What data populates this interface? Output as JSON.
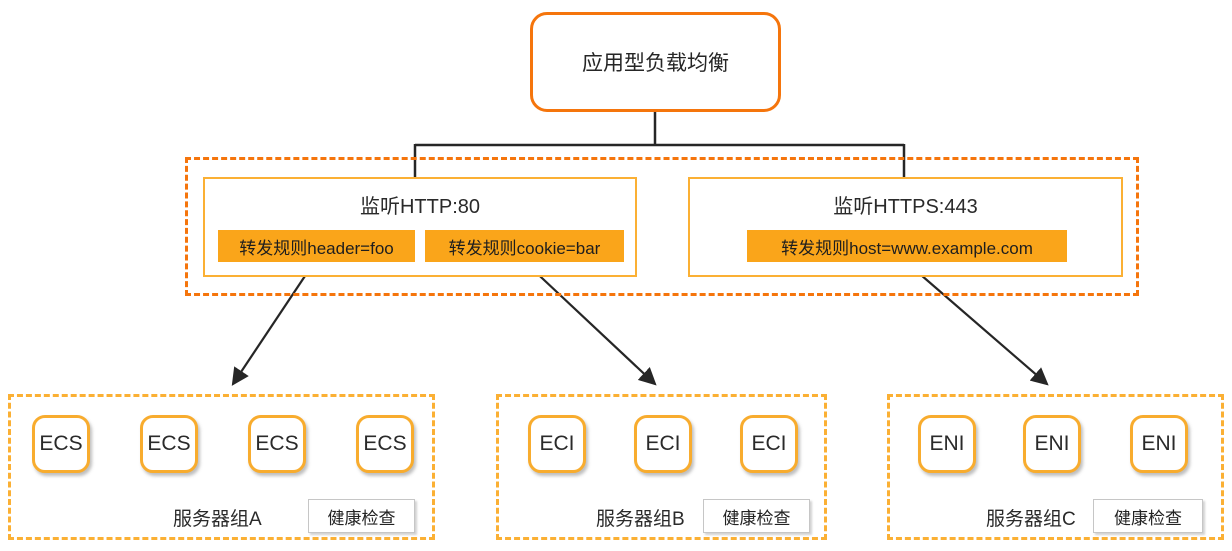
{
  "alb": {
    "label": "应用型负载均衡"
  },
  "listeners": [
    {
      "title": "监听HTTP:80",
      "rules": [
        "转发规则header=foo",
        "转发规则cookie=bar"
      ]
    },
    {
      "title": "监听HTTPS:443",
      "rules": [
        "转发规则host=www.example.com"
      ]
    }
  ],
  "server_groups": [
    {
      "label": "服务器组A",
      "health_check": "健康检查",
      "nodes": [
        "ECS",
        "ECS",
        "ECS",
        "ECS"
      ]
    },
    {
      "label": "服务器组B",
      "health_check": "健康检查",
      "nodes": [
        "ECI",
        "ECI",
        "ECI"
      ]
    },
    {
      "label": "服务器组C",
      "health_check": "健康检查",
      "nodes": [
        "ENI",
        "ENI",
        "ENI"
      ]
    }
  ],
  "colors": {
    "orange_border": "#F5750C",
    "amber_border": "#FBB034",
    "badge_fill": "#FAA51A",
    "connector_line": "#262626"
  }
}
